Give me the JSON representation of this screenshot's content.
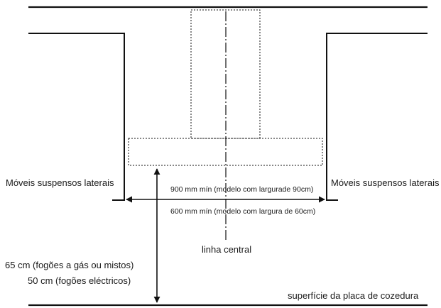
{
  "labels": {
    "left_cabinet": "Móveis suspensos laterais",
    "right_cabinet": "Móveis suspensos laterais",
    "width_90": "900 mm mín (modelo com largurade 90cm)",
    "width_60": "600 mm mín (modelo com largura de 60cm)",
    "centre_line": "linha central",
    "height_gas": "65 cm (fogões a gás ou mistos)",
    "height_electric": "50 cm (fogões eléctricos)",
    "hob_surface": "superfície da placa de cozedura"
  }
}
